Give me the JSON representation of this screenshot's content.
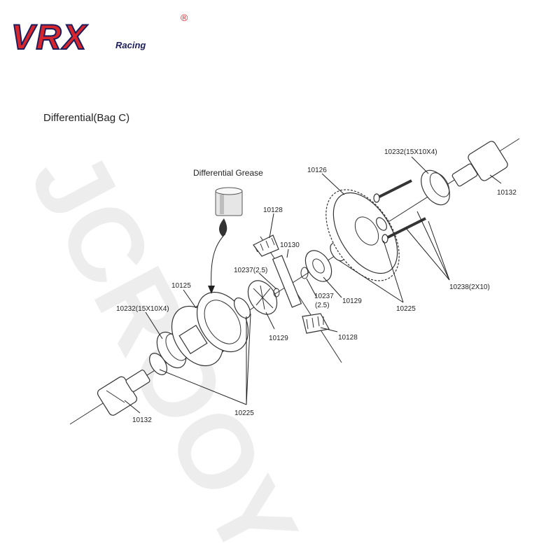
{
  "brand": {
    "logo_text": "VRX",
    "logo_sub": "Racing",
    "registered_mark": "®",
    "logo_color": "#d9262c"
  },
  "watermark": "JCROOY",
  "title": "Differential(Bag C)",
  "grease_label": "Differential Grease",
  "parts": [
    {
      "id": "10232_right",
      "label": "10232(15X10X4)"
    },
    {
      "id": "10126",
      "label": "10126"
    },
    {
      "id": "10132_right",
      "label": "10132"
    },
    {
      "id": "10128_top",
      "label": "10128"
    },
    {
      "id": "10130",
      "label": "10130"
    },
    {
      "id": "10237_left",
      "label": "10237(2.5)"
    },
    {
      "id": "10125",
      "label": "10125"
    },
    {
      "id": "10232_left",
      "label": "10232(15X10X4)"
    },
    {
      "id": "10237_mid",
      "label": "10237"
    },
    {
      "id": "10237_mid_size",
      "label": "(2.5)"
    },
    {
      "id": "10129_right",
      "label": "10129"
    },
    {
      "id": "10238",
      "label": "10238(2X10)"
    },
    {
      "id": "10225_right",
      "label": "10225"
    },
    {
      "id": "10129_left",
      "label": "10129"
    },
    {
      "id": "10128_bottom",
      "label": "10128"
    },
    {
      "id": "10225_bottom",
      "label": "10225"
    },
    {
      "id": "10132_left",
      "label": "10132"
    }
  ]
}
